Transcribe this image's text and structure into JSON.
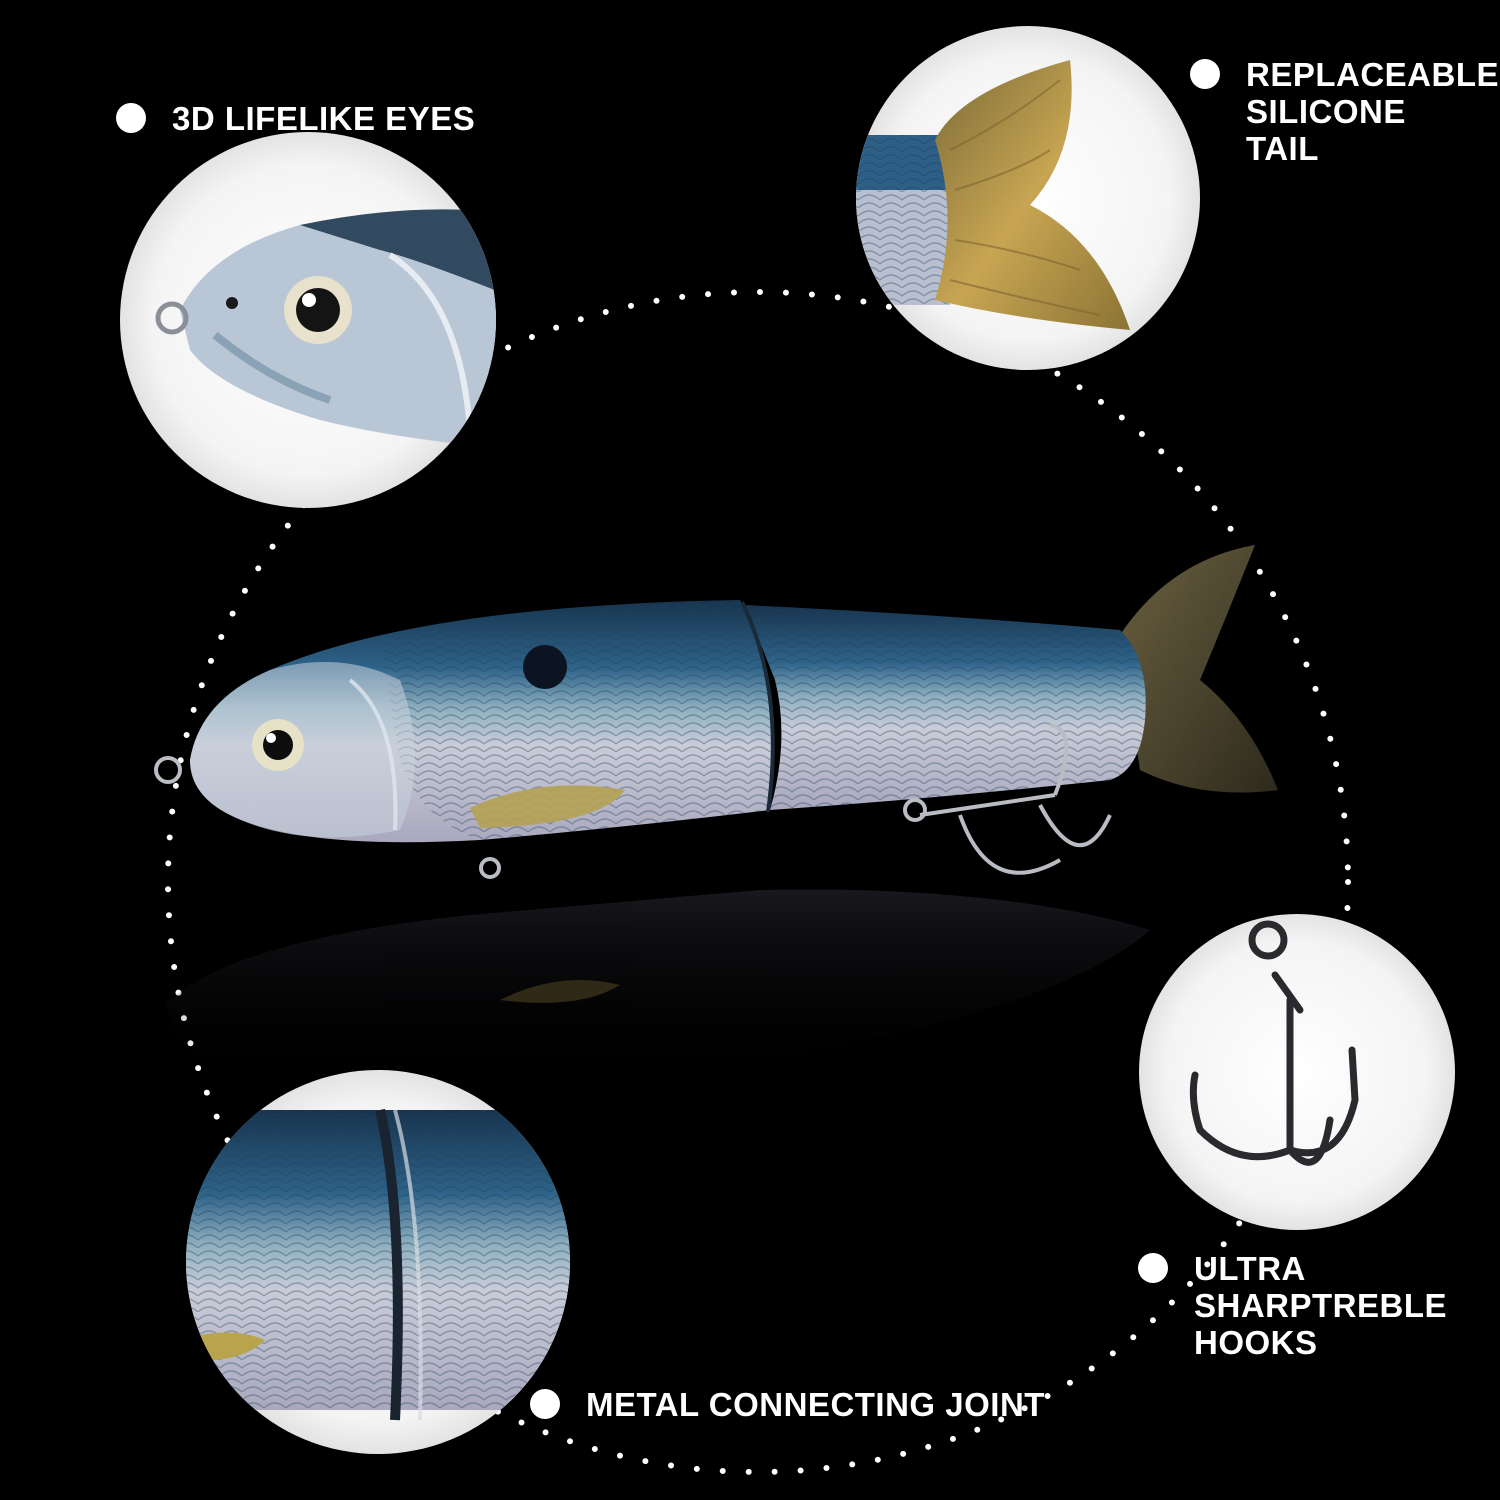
{
  "callouts": {
    "eyes": {
      "lines": [
        "3D LIFELIKE EYES"
      ]
    },
    "tail": {
      "lines": [
        "REPLACEABLE",
        "SILICONE",
        "TAIL"
      ]
    },
    "hooks": {
      "lines": [
        "ULTRA",
        "SHARPTREBLE",
        "HOOKS"
      ]
    },
    "joint": {
      "lines": [
        "METAL CONNECTING JOINT"
      ]
    }
  },
  "colors": {
    "background": "#000000",
    "text": "#ffffff",
    "fish_back": "#2e5f86",
    "fish_belly": "#cfd3e0",
    "fin": "#b99a4a",
    "tail_dark": "#4a4530"
  },
  "icons": [
    "fishing-lure",
    "treble-hook",
    "silicone-tail",
    "lifelike-eye"
  ]
}
